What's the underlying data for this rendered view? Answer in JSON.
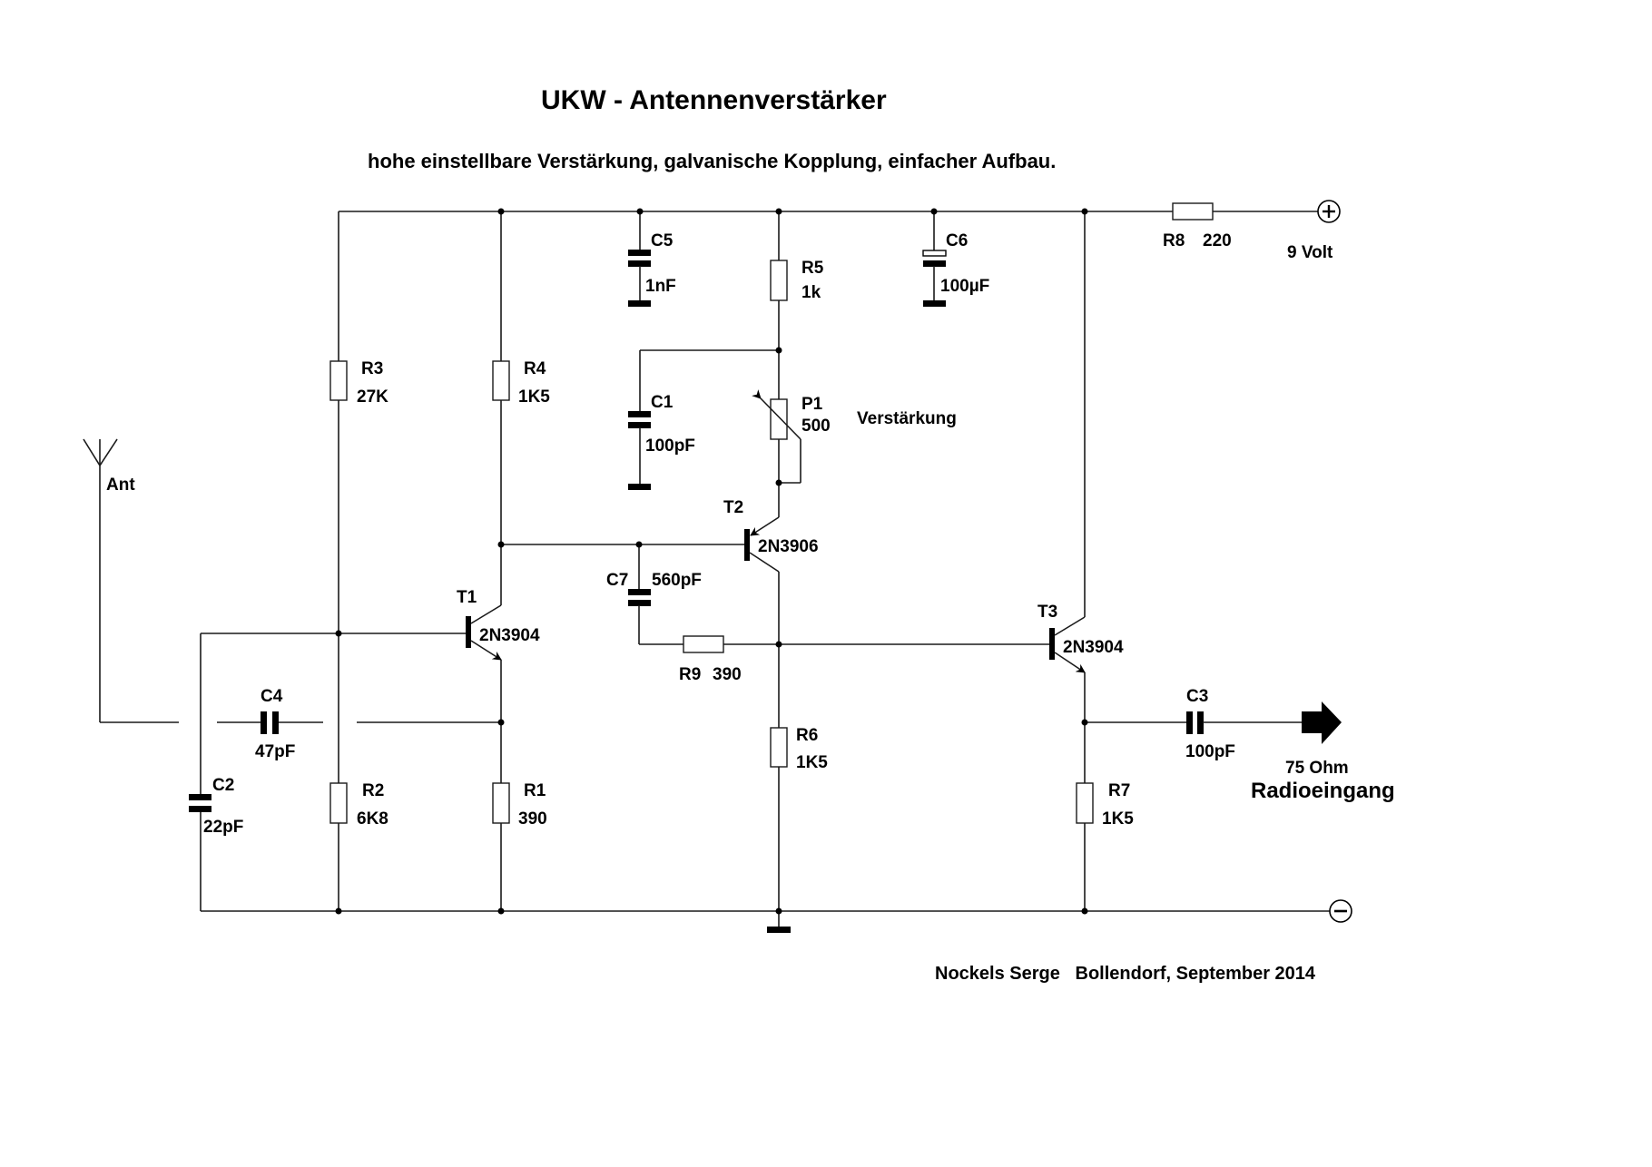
{
  "title": "UKW - Antennenverstärker",
  "subtitle": "hohe einstellbare Verstärkung, galvanische Kopplung, einfacher Aufbau.",
  "credit": "Nockels Serge   Bollendorf, September 2014",
  "colors": {
    "ink": "#000000",
    "background": "#ffffff"
  },
  "supply": {
    "positive_symbol": "+",
    "negative_symbol": "−",
    "voltage_label": "9 Volt"
  },
  "antenna": {
    "label": "Ant"
  },
  "output": {
    "impedance": "75 Ohm",
    "label": "Radioeingang"
  },
  "gain_label": "Verstärkung",
  "components": {
    "R1": {
      "name": "R1",
      "value": "390"
    },
    "R2": {
      "name": "R2",
      "value": "6K8"
    },
    "R3": {
      "name": "R3",
      "value": "27K"
    },
    "R4": {
      "name": "R4",
      "value": "1K5"
    },
    "R5": {
      "name": "R5",
      "value": "1k"
    },
    "R6": {
      "name": "R6",
      "value": "1K5"
    },
    "R7": {
      "name": "R7",
      "value": "1K5"
    },
    "R8": {
      "name": "R8",
      "value": "220"
    },
    "R9": {
      "name": "R9",
      "value": "390"
    },
    "P1": {
      "name": "P1",
      "value": "500"
    },
    "C1": {
      "name": "C1",
      "value": "100pF"
    },
    "C2": {
      "name": "C2",
      "value": "22pF"
    },
    "C3": {
      "name": "C3",
      "value": "100pF"
    },
    "C4": {
      "name": "C4",
      "value": "47pF"
    },
    "C5": {
      "name": "C5",
      "value": "1nF"
    },
    "C6": {
      "name": "C6",
      "value": "100µF"
    },
    "C7": {
      "name": "C7",
      "value": "560pF"
    },
    "T1": {
      "name": "T1",
      "value": "2N3904"
    },
    "T2": {
      "name": "T2",
      "value": "2N3906"
    },
    "T3": {
      "name": "T3",
      "value": "2N3904"
    }
  }
}
